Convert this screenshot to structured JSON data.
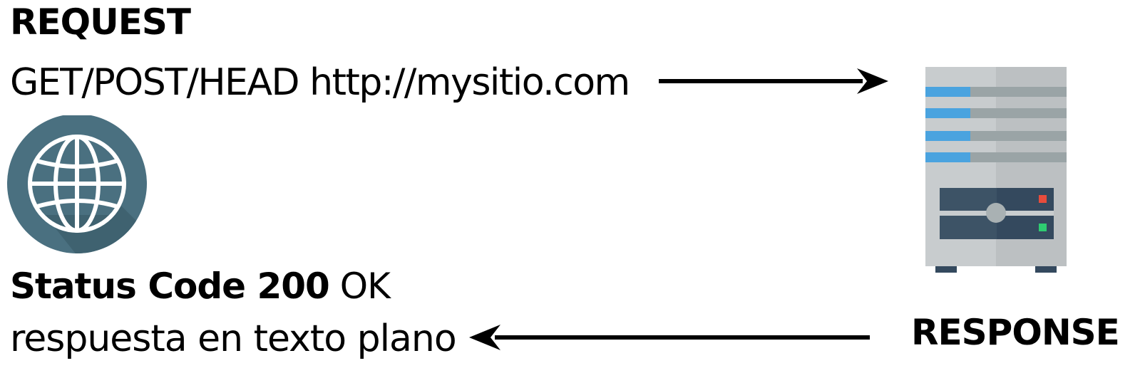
{
  "request": {
    "title": "REQUEST",
    "line": "GET/POST/HEAD http://mysitio.com"
  },
  "response": {
    "title": "RESPONSE",
    "status_bold": "Status Code 200",
    "status_rest": " OK",
    "text": "respuesta en texto plano"
  },
  "icons": {
    "client": "globe-icon",
    "server": "server-icon",
    "request_arrow": "arrow-right-icon",
    "response_arrow": "arrow-left-icon"
  },
  "colors": {
    "globe_bg": "#4a7080",
    "globe_line": "#ffffff",
    "server_body": "#c7cacb",
    "server_stripe": "#4aa3df",
    "led_red": "#e74c3c",
    "led_green": "#2ecc71"
  }
}
